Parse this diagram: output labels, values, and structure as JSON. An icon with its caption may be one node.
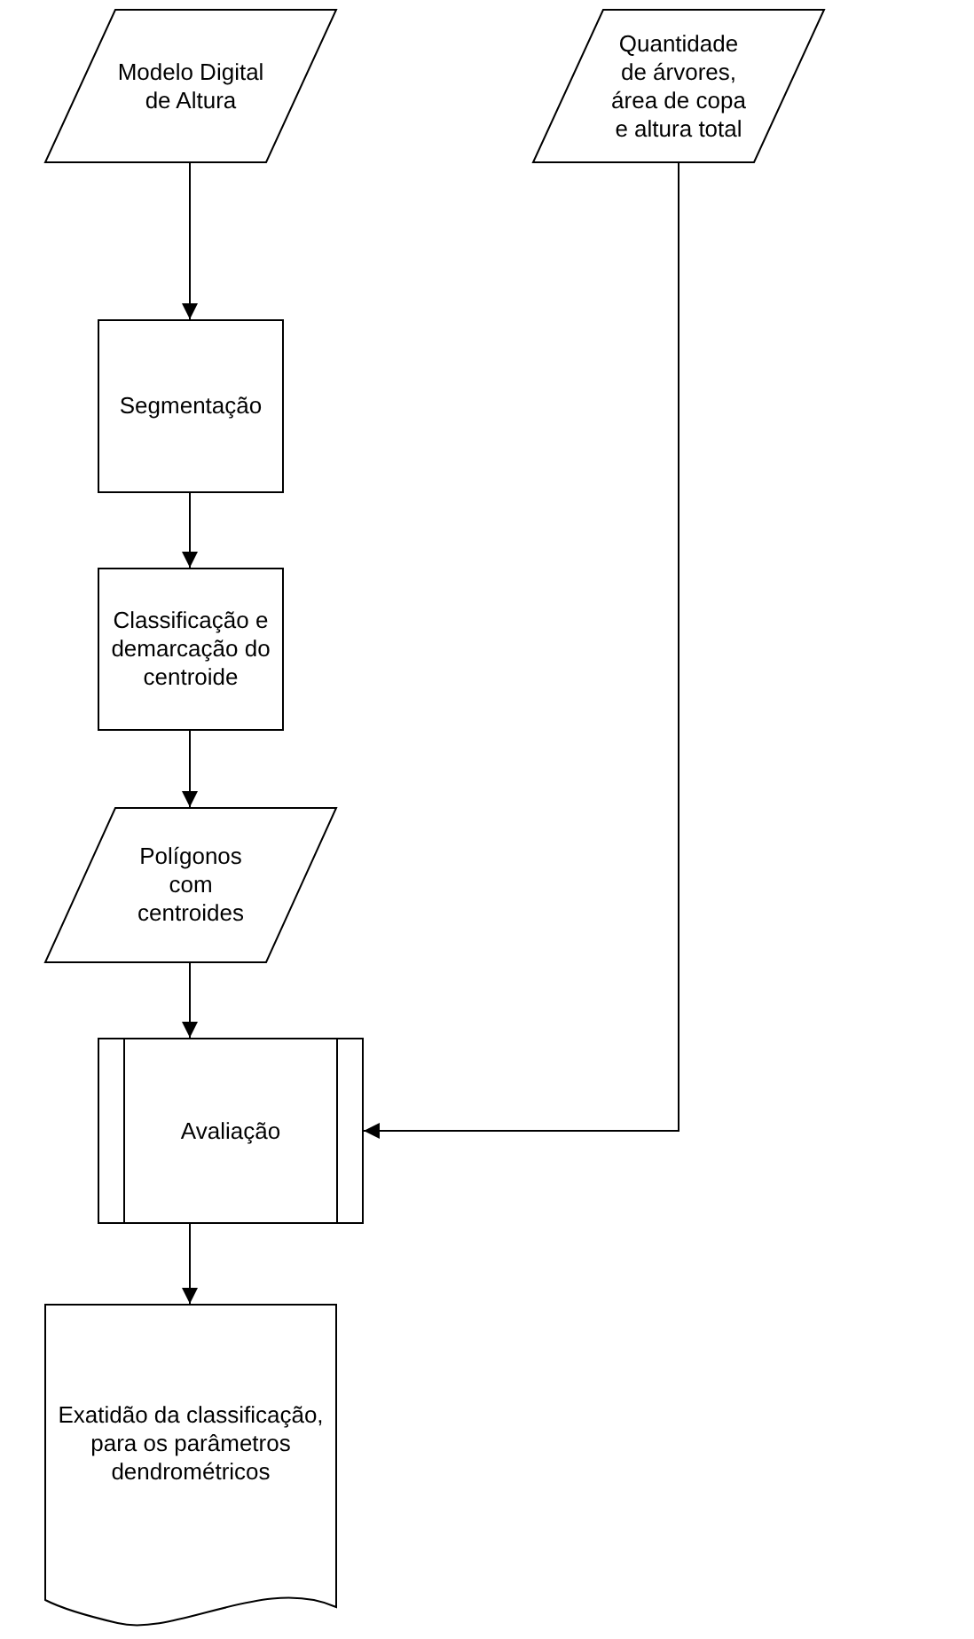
{
  "diagram": {
    "nodes": [
      {
        "text": [
          "Modelo Digital de Altura"
        ]
      },
      {
        "text": [
          "Quantidade de árvores, área de copa e altura total"
        ]
      },
      {
        "text": [
          "Segmentação"
        ]
      },
      {
        "text": [
          "Classificação e demarcação do centroide"
        ]
      },
      {
        "text": [
          "Polígonos com centroides"
        ]
      },
      {
        "text": [
          "Avaliação"
        ]
      },
      {
        "text": [
          "Exatidão da classificação, para os parâmetros dendrométricos"
        ]
      }
    ],
    "edges": [
      {
        "from": 0,
        "to": 2,
        "arrow": "to"
      },
      {
        "from": 2,
        "to": 3,
        "arrow": "to"
      },
      {
        "from": 3,
        "to": 4,
        "arrow": "to"
      },
      {
        "from": 4,
        "to": 5,
        "arrow": "to"
      },
      {
        "from": 1,
        "to": 5,
        "arrow": "to"
      },
      {
        "from": 5,
        "to": 6,
        "arrow": "to"
      }
    ]
  }
}
